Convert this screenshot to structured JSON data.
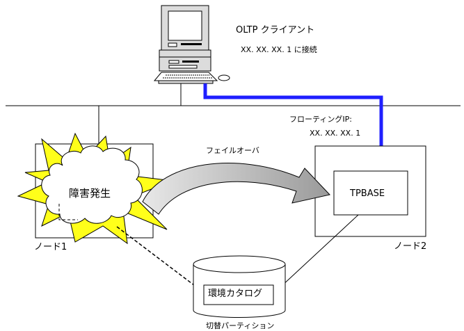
{
  "client": {
    "title": "OLTP クライアント",
    "connect": "XX. XX. XX. 1 に接続"
  },
  "floating_ip": {
    "label": "フローティングIP:",
    "value": "XX. XX. XX. 1"
  },
  "failover_label": "フェイルオーバ",
  "node1": {
    "label": "ノード1",
    "failure": "障害発生"
  },
  "node2": {
    "label": "ノード2",
    "app": "TPBASE"
  },
  "partition": {
    "label": "切替パーティション",
    "catalog": "環境カタログ"
  },
  "colors": {
    "connection": "#1f1fff",
    "burst": "#ffff1a",
    "arrow_fill": "#c8c8c8",
    "line": "#000000"
  }
}
